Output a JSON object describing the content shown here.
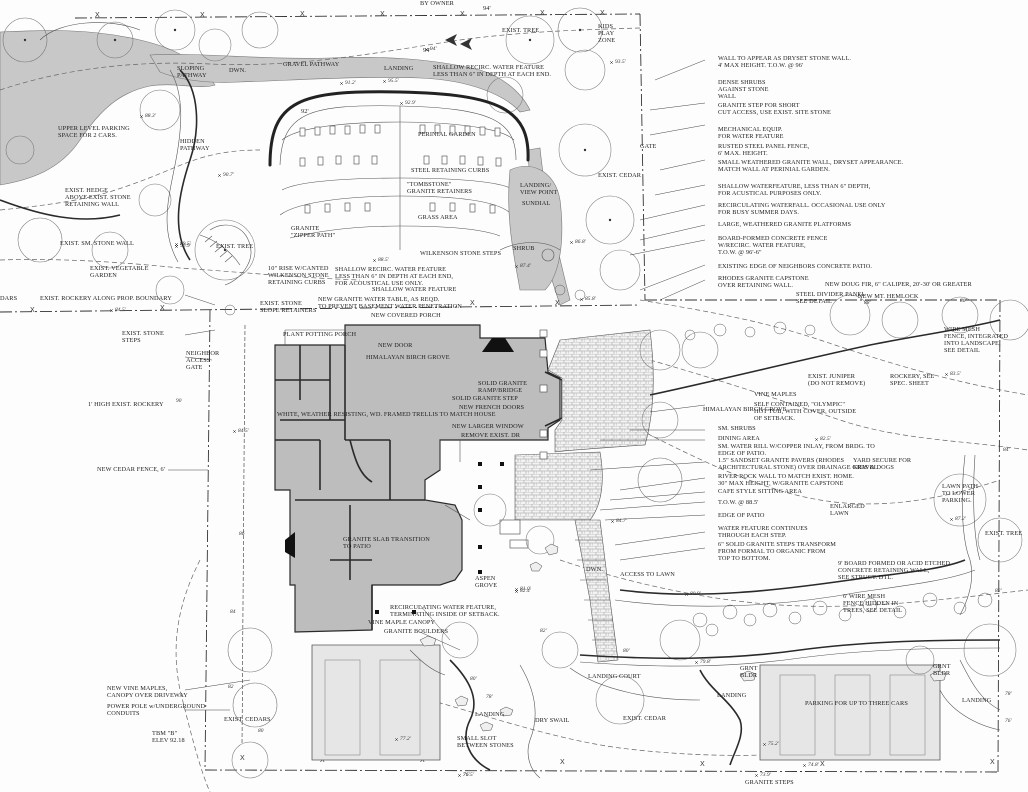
{
  "labels_top": {
    "by_owner": "BY OWNER",
    "dim_94_top": "94'",
    "kids_play_zone": "KIDS\nPLAY\nZONE",
    "exist_tree_top": "EXIST. TREE",
    "sloping_pathway": "SLOPING\nPATHWAY",
    "dwn_top": "DWN.",
    "gravel_pathway": "GRAVEL PATHWAY",
    "landing_top": "LANDING",
    "shallow_recirc_top": "SHALLOW RECIRC. WATER FEATURE\nLESS THAN 6\" IN DEPTH AT EACH END.",
    "dim_94_mid": "94'",
    "upper_parking": "UPPER LEVEL PARKING\nSPACE FOR 2 CARS.",
    "hidden_pathway": "HIDDEN\nPATHWAY",
    "dim_92": "92'",
    "perinial_garden": "PERINIAL GARDEN",
    "steel_retaining": "STEEL RETAINING CURBS",
    "tombstone": "\"TOMBSTONE\"\nGRANITE RETAINERS",
    "grass_area": "GRASS AREA",
    "landing_view": "LANDING/\nVIEW POINT",
    "sundial": "SUNDIAL",
    "exist_cedar_top": "EXIST. CEDAR",
    "gate_top": "GATE",
    "exist_hedge": "EXIST. HEDGE\nABOVE EXIST. STONE\nRETAINING WALL",
    "exist_sm_stone_wall": "EXIST. SM. STONE WALL",
    "exist_tree_left": "EXIST. TREE",
    "granite_zipper": "GRANITE\n\"ZIPPER PATH\"",
    "ten_inch_rise": "10\" RISE W/CANTED\nWILKENSON STONE\nRETAINING CURBS",
    "wilkenson_steps": "WILKENSON STONE STEPS",
    "shrub": "SHRUB",
    "exist_vegetable": "EXIST. VEGETABLE\nGARDEN",
    "shallow_recirc_mid": "SHALLOW RECIRC. WATER FEATURE\nLESS THAN 6\" IN DEPTH AT EACH END,\nFOR ACOUSTICAL USE ONLY.",
    "shallow_water_feature": "SHALLOW WATER FEATURE",
    "exist_rockery": "EXIST. ROCKERY ALONG PROP. BOUNDARY",
    "dars": "DARS",
    "exist_stone_slope": "EXIST. STONE\nSLOPE RETAINERS",
    "new_granite_table": "NEW GRANITE WATER TABLE, AS REQD.\nTO PREVENT BASEMENT WATER PENETRATION",
    "new_covered_porch": "NEW COVERED PORCH"
  },
  "labels_house": {
    "plant_potting_porch": "PLANT POTTING PORCH",
    "new_door": "NEW DOOR",
    "himalayan_grove_top": "HIMALAYAN BIRCH GROVE",
    "solid_granite_ramp": "SOLID GRANITE\nRAMP/BRIDGE",
    "solid_granite_step": "SOLID GRANITE STEP",
    "new_french_doors": "NEW FRENCH DOORS",
    "white_trellis": "WHITE, WEATHER RESISTING, WD. FRAMED TRELLIS TO MATCH HOUSE",
    "new_larger_window": "NEW LARGER WINDOW",
    "remove_exist_dr": "REMOVE EXIST. DR",
    "granite_slab": "GRANITE SLAB TRANSITION\nTO PATIO",
    "aspen_grove": "ASPEN\nGROVE",
    "recirc_setback": "RECIRCULATING WATER FEATURE,\nTERMINATING INSIDE OF SETBACK.",
    "vine_maple_canopy": "VINE MAPLE CANOPY",
    "granite_boulders": "GRANITE BOULDERS",
    "dim_86": "86",
    "dim_84": "84"
  },
  "labels_left": {
    "exist_stone_steps": "EXIST. STONE\nSTEPS",
    "neighbor_access": "NEIGHBOR\nACCESS\nGATE",
    "one_inch_rockery": "1' HIGH EXIST. ROCKERY",
    "new_cedar_fence": "NEW CEDAR FENCE, 6'",
    "new_vine_maples": "NEW VINE MAPLES,\nCANOPY OVER DRIVEWAY",
    "power_pole": "POWER POLE w/UNDERGROUND\nCONDUITS",
    "tbm": "TBM \"B\"\nELEV 92.18",
    "exist_cedars": "EXIST. CEDARS",
    "dim_90": "90",
    "dim_82": "82",
    "dim_80": "80"
  },
  "labels_right": {
    "wall_dryset": "WALL TO APPEAR AS DRYSET STONE WALL.\n4' MAX HEIGHT. T.O.W. @ 96'",
    "dense_shrubs": "DENSE SHRUBS\nAGAINST STONE\nWALL",
    "granite_step_short": "GRANITE STEP FOR SHORT\nCUT ACCESS, USE EXIST. SITE STONE",
    "mechanical_equip": "MECHANICAL EQUIP.\nFOR WATER FEATURE",
    "rusted_steel": "RUSTED STEEL PANEL FENCE,\n6' MAX. HEIGHT.",
    "small_weathered": "SMALL WEATHERED GRANITE WALL, DRYSET APPEARANCE.\nMATCH WALL AT PERINIAL GARDEN.",
    "shallow_wf_6": "SHALLOW WATERFEATURE, LESS THAN 6\" DEPTH,\nFOR ACUSTICAL PURPOSES ONLY.",
    "recirc_waterfall": "RECIRCULATING  WATERFALL.  OCCASIONAL USE ONLY\nFOR BUSY SUMMER DAYS.",
    "large_platforms": "LARGE, WEATHERED GRANITE PLATFORMS",
    "board_formed": "BOARD-FORMED CONCRETE FENCE\nW/RECIRC. WATER FEATURE,\nT.O.W. @ 96'-6\"",
    "existing_edge": "EXISTING EDGE OF NEIGHBORS CONCRETE PATIO.",
    "rhodes_capstone": "RHODES GRANITE CAPSTONE\nOVER RETAINING WALL.",
    "new_doug_fir": "NEW DOUG FIR, 6\" CALIPER, 20'-30' OR GREATER",
    "steel_divider": "STEEL DIVIDER PANEL\nSEE DETAIL",
    "new_mt_hemlock": "NEW MT. HEMLOCK",
    "wire_mesh": "WIRE MESH\nFENCE, INTEGRATED\nINTO LANDSCAPE,\nSEE DETAIL",
    "exist_juniper": "EXIST. JUNIPER\n(DO NOT REMOVE)",
    "rockery_spec": "ROCKERY, SEE\nSPEC. SHEET",
    "vine_maples": "VINE MAPLES",
    "hot_tub": "SELF CONTAINED, \"OLYMPIC\"\nHOT TUB, WITH COVER, OUTSIDE\nOF SETBACK.",
    "himalayan_grove_right": "HIMALAYAN BIRCH GROVE",
    "sm_shrubs": "SM. SHRUBS",
    "dining_area": "DINING AREA",
    "sm_water_rill": "SM. WATER RILL W/COPPER INLAY, FROM BRDG. TO\nEDGE OF PATIO.",
    "sandset_pavers": "1.5\" SANDSET GRANITE PAVERS (RHODES\nARCHITECTURAL STONE) OVER DRAINAGE GRAVEL",
    "yard_secure": "YARD SECURE FOR\nKIDS & DOGS",
    "river_rock_wall": "RIVER ROCK WALL TO MATCH EXIST. HOME.\n30\" MAX HEIGHT, W/GRANITE CAPSTONE",
    "cafe_style": "CAFE STYLE SITTING AREA",
    "tow_88": "T.O.W. @ 88.5'",
    "edge_of_patio": "EDGE OF PATIO",
    "water_continues": "WATER FEATURE CONTINUES\nTHROUGH EACH STEP.",
    "six_inch_steps": "6\" SOLID GRANITE STEPS TRANSFORM\nFROM FORMAL TO ORGANIC FROM\nTOP TO BOTTOM.",
    "enlarged_lawn": "ENLARGED\nLAWN",
    "lawn_path": "LAWN PATH\nTO LOWER\nPARKING.",
    "exist_tree_right": "EXIST. TREE",
    "nine_board": "9' BOARD FORMED OR ACID ETCHED\nCONCRETE RETAINING WALL,\nSEE STRUCT. DTL.",
    "six_wire_mesh": "6' WIRE MESH\nFENCE HIDDEN IN\nTREES, SEE DETAIL",
    "dim_86_right": "86'",
    "dim_84_right": "84'",
    "dim_82_right": "82'",
    "dim_80_right": "80'",
    "dim_78_right": "78'",
    "dim_76_right": "76'",
    "dim_88": "88'"
  },
  "labels_bottom": {
    "access_to_lawn": "ACCESS TO LAWN",
    "dwn_bottom": "DWN.",
    "landing_court": "LANDING COURT",
    "grnt_blr_left": "GRNT\nBLDR",
    "grnt_blr_right": "GRNT\nBLDR",
    "landing_right_a": "LANDING",
    "landing_right_b": "LANDING",
    "landing_mid": "LANDING",
    "exist_cedar_bottom": "EXIST. CEDAR",
    "parking_three": "PARKING FOR UP TO THREE CARS",
    "small_slot": "SMALL SLOT\nBETWEEN STONES",
    "dry_swail": "DRY SWAIL",
    "granite_steps": "GRANITE STEPS",
    "dim_78": "78'",
    "dim_76": "76'",
    "dim_80": "80'",
    "dim_82": "82'"
  },
  "grades": [
    "95.5'",
    "92.9'",
    "91.2'",
    "90.9'",
    "88.5'",
    "87.4'",
    "86.8'",
    "85.8'",
    "84.5'",
    "84.7'",
    "82.4'",
    "80.9'",
    "79.8'",
    "77.2'",
    "76.5'",
    "75.2'",
    "74.8'",
    "73.9'",
    "83.5'",
    "87.2'",
    "88.3'",
    "90.7'",
    "89.5'",
    "93.5'",
    "94'",
    "84.5'",
    "81.0'",
    "82.5'"
  ]
}
